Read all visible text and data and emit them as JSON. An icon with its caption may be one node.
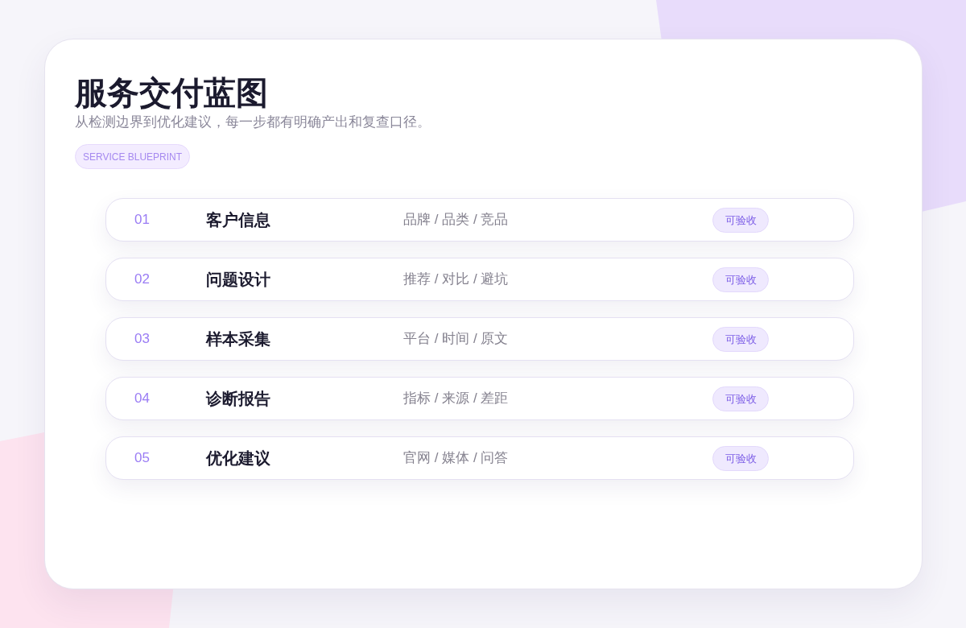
{
  "diagram": {
    "title": "服务交付蓝图",
    "labels": [
      "从检测边界到优化建议，每一步都有明确产出和复查口径。"
    ],
    "nodes": [
      {
        "text": [
          "SERVICE BLUEPRINT"
        ]
      },
      {
        "text": [
          "01",
          "客户信息",
          "品牌 / 品类 / 竞品"
        ]
      },
      {
        "text": [
          "可验收"
        ],
        "in": 1
      },
      {
        "text": [
          "02",
          "问题设计",
          "推荐 / 对比 / 避坑"
        ]
      },
      {
        "text": [
          "可验收"
        ],
        "in": 3
      },
      {
        "text": [
          "03",
          "样本采集",
          "平台 / 时间 / 原文"
        ]
      },
      {
        "text": [
          "可验收"
        ],
        "in": 5
      },
      {
        "text": [
          "04",
          "诊断报告",
          "指标 / 来源 / 差距"
        ]
      },
      {
        "text": [
          "可验收"
        ],
        "in": 7
      },
      {
        "text": [
          "05",
          "优化建议",
          "官网 / 媒体 / 问答"
        ]
      },
      {
        "text": [
          "可验收"
        ],
        "in": 9
      }
    ]
  }
}
